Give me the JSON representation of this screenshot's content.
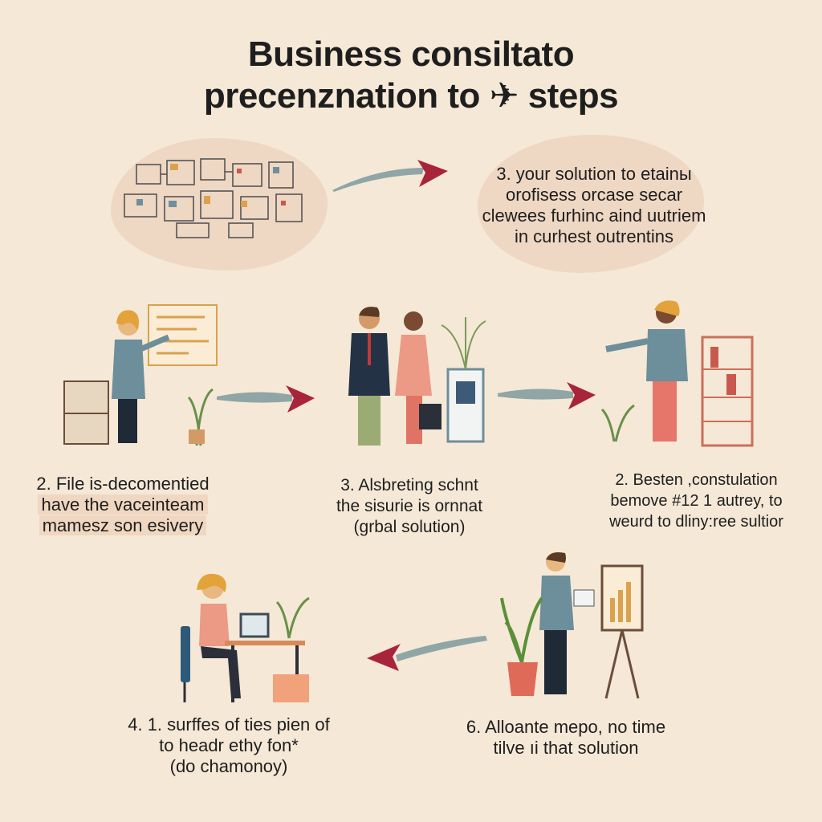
{
  "title": {
    "line1": "Business consiltato",
    "line2": "precenznation to ✈ steps"
  },
  "steps": [
    {
      "id": "top-right",
      "lines": [
        "3. your solution to etainы",
        "orofisess orcase secar",
        "clewees furhinc aind uutriem",
        "in curhest outrentins"
      ]
    },
    {
      "id": "mid-left",
      "lines": [
        "2. File is-decomentied",
        "have the vaceinteam",
        "mamesz son esivery"
      ]
    },
    {
      "id": "mid-center",
      "lines": [
        "3. Alsbreting schnt",
        "the sisurie is ornnat",
        "(grbal solution)"
      ]
    },
    {
      "id": "mid-right",
      "lines": [
        "2. Besten ,constulation",
        "bemove #12 1 autrey, to",
        "weurd to dliny:ree sultior"
      ]
    },
    {
      "id": "bottom-left",
      "lines": [
        "4. 1. surffes of ties pien of",
        "to headr ethy fon*",
        "(do chamonoy)"
      ]
    },
    {
      "id": "bottom-right",
      "lines": [
        "6. Alloante mepo, no time",
        "tilve ıi that solution"
      ]
    }
  ],
  "colors": {
    "background": "#f5e8d6",
    "blob": "#eed7c3",
    "arrow_head": "#a8243a",
    "arrow_body": "#8fa5a6"
  }
}
